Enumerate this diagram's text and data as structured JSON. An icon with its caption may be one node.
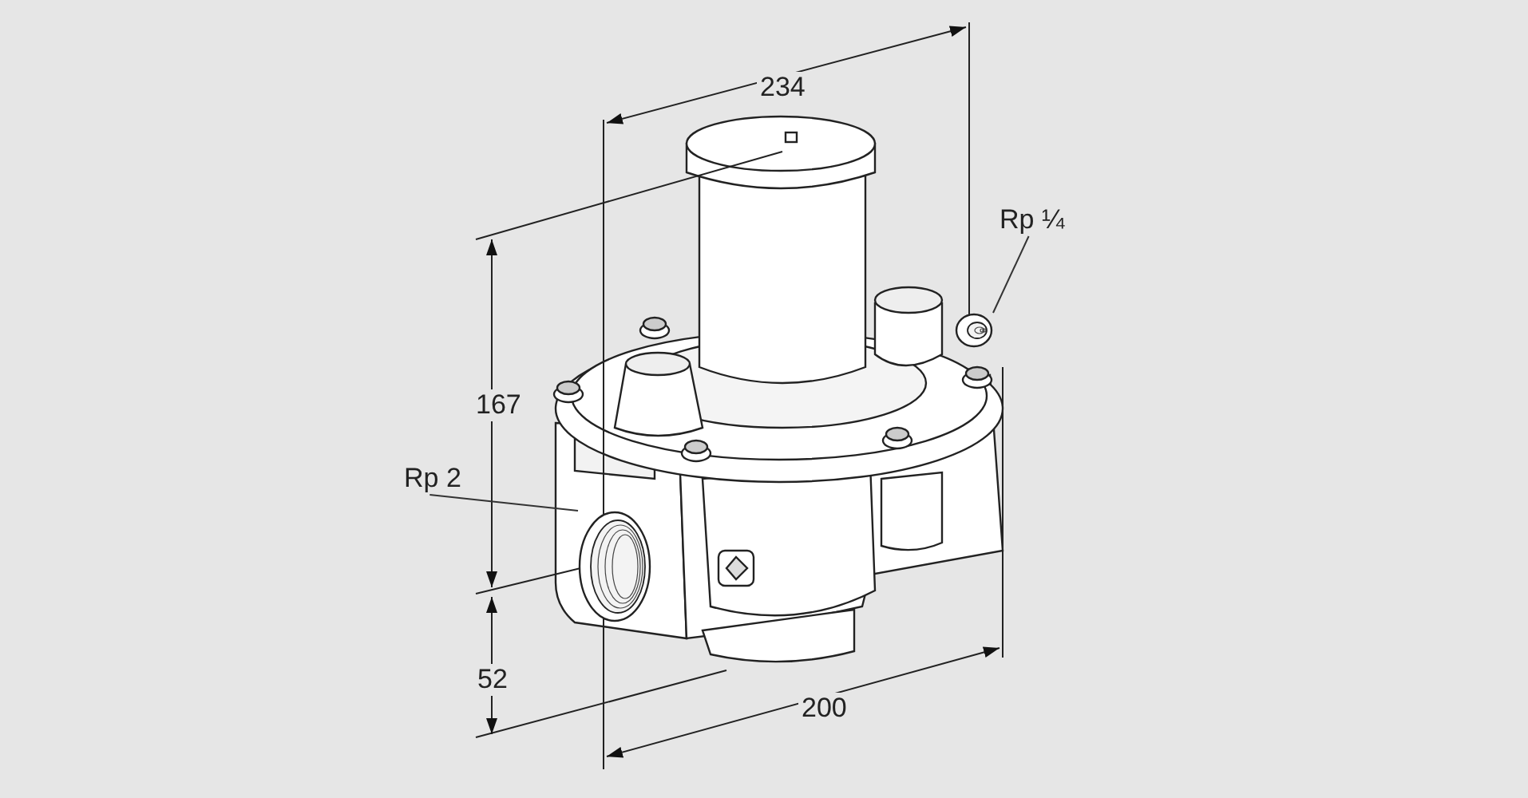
{
  "diagram": {
    "nodes": [
      {
        "text": [
          "Rp ¼"
        ]
      },
      {
        "text": [],
        "shape": "picture"
      },
      {
        "text": [
          "Rp 2"
        ]
      },
      {
        "text": [],
        "shape": "picture"
      }
    ],
    "edges": [
      {
        "from": 0,
        "to": 1,
        "arrow": "none"
      },
      {
        "from": 2,
        "to": 3,
        "arrow": "none"
      }
    ],
    "labels": [
      "234",
      "167",
      "52",
      "200"
    ]
  }
}
